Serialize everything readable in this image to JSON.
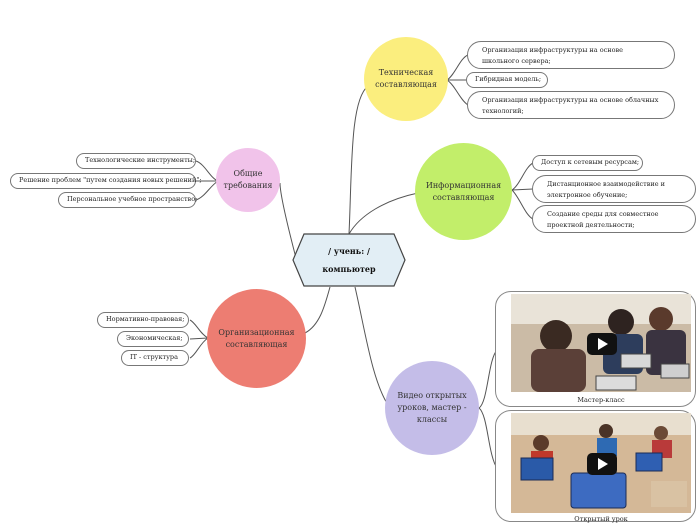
{
  "center": {
    "line1": "/ учень: /",
    "line2": "компьютер"
  },
  "branches": {
    "tech": {
      "label": "Техническая составляющая",
      "color": "#fbee7e",
      "leaves": [
        "Организация инфраструктуры на основе школьного сервера;",
        "Гибридная модель;",
        "Организация инфраструктуры на основе облачных технологий;"
      ]
    },
    "info": {
      "label": "Информационная составляющая",
      "color": "#c2ee6a",
      "leaves": [
        "Доступ к сетевым ресурсам;",
        "Дистанционное взаимодействие и электронное обучение;",
        "Создание среды для совместное проектной деятельности;"
      ]
    },
    "general": {
      "label": "Общие требования",
      "color": "#f1c3ea",
      "leaves": [
        "Технологические инструменты;",
        "Решение проблем \"путем создания новых решений\";",
        "Персональное учебное пространство;"
      ]
    },
    "org": {
      "label": "Организационная составляющая",
      "color": "#ed7d72",
      "leaves": [
        "Нормативно-правовая;",
        "Экономическая;",
        "IT - структура"
      ]
    },
    "video": {
      "label": "Видео открытых уроков, мастер - классы",
      "color": "#c4bde8",
      "items": [
        {
          "caption": "Мастер-класс",
          "icon": "play-icon"
        },
        {
          "caption": "Открытый урок",
          "icon": "play-icon"
        }
      ]
    }
  }
}
